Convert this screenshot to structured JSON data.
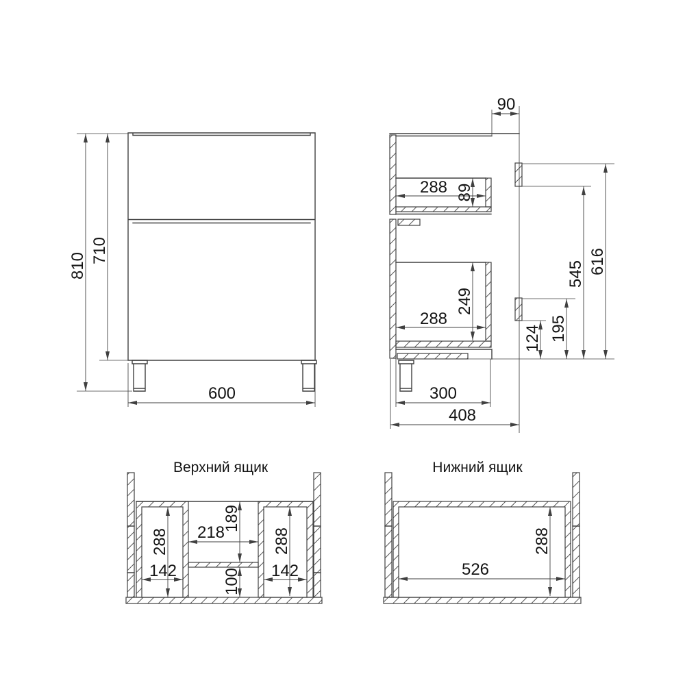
{
  "drawing": {
    "background": "#ffffff",
    "line_color": "#404040",
    "text_color": "#141414",
    "views": {
      "front": {
        "dims": {
          "overall_height": "810",
          "carcass_height": "710",
          "width": "600"
        }
      },
      "side": {
        "dims": {
          "top_gap": "90",
          "upper_inner_depth": "288",
          "upper_side_height": "89",
          "lower_side_height": "249",
          "lower_inner_depth": "288",
          "bracket_lower_bottom_height": "124",
          "bracket_lower_top_height": "195",
          "bracket_upper_bottom_height": "545",
          "bracket_upper_top_height": "616",
          "bottom_depth": "300",
          "total_depth": "408"
        }
      },
      "upper_drawer": {
        "title": "Верхний ящик",
        "dims": {
          "left_side_length": "288",
          "left_side_width": "142",
          "center_gap_width": "218",
          "center_front_depth": "189",
          "center_back_depth": "100",
          "right_side_length": "288",
          "right_side_width": "142"
        }
      },
      "lower_drawer": {
        "title": "Нижний ящик",
        "dims": {
          "inner_width": "526",
          "inner_depth": "288"
        }
      }
    }
  }
}
